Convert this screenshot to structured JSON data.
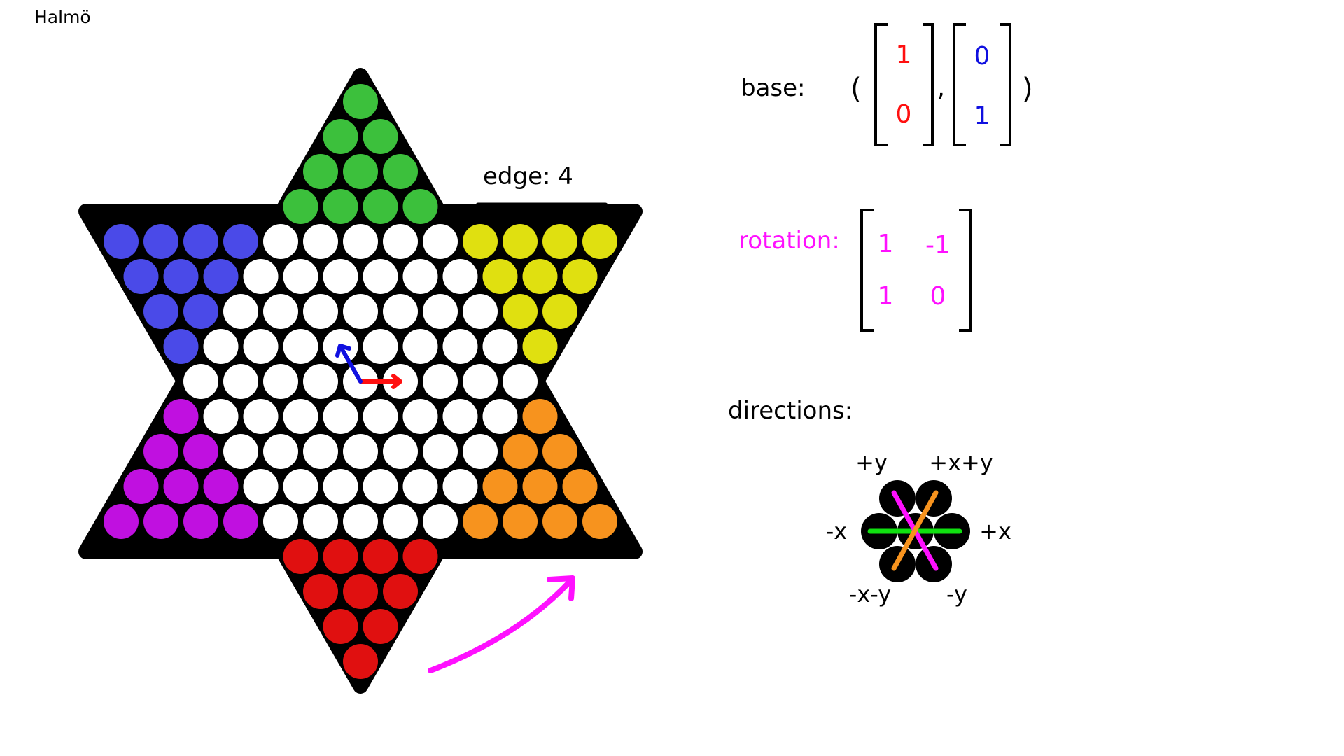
{
  "app_title": "Halmö",
  "board": {
    "edge_label": "edge: 4",
    "colors": {
      "frame": "#000000",
      "empty": "#ffffff",
      "top": "#3cc03c",
      "top_left": "#4a4ae8",
      "top_right": "#e0e010",
      "bottom_left": "#c010e0",
      "bottom_right": "#f7931e",
      "bottom": "#e01010"
    },
    "axis_colors": {
      "x": "#ff1010",
      "y": "#1010e0",
      "rotation_arrow": "#ff10ff"
    }
  },
  "base": {
    "label": "base:",
    "open_paren": "(",
    "comma": ",",
    "close_paren": ")",
    "vector1": [
      "1",
      "0"
    ],
    "vector2": [
      "0",
      "1"
    ],
    "color1": "#ff1010",
    "color2": "#1010e0"
  },
  "rotation": {
    "label": "rotation:",
    "matrix": [
      [
        "1",
        "-1"
      ],
      [
        "1",
        "0"
      ]
    ],
    "color": "#ff10ff"
  },
  "directions": {
    "label": "directions:",
    "items": [
      "+y",
      "+x+y",
      "-x",
      "+x",
      "-x-y",
      "-y"
    ],
    "line_colors": {
      "x": "#10e010",
      "xy": "#f7931e",
      "y": "#ff10ff"
    }
  }
}
